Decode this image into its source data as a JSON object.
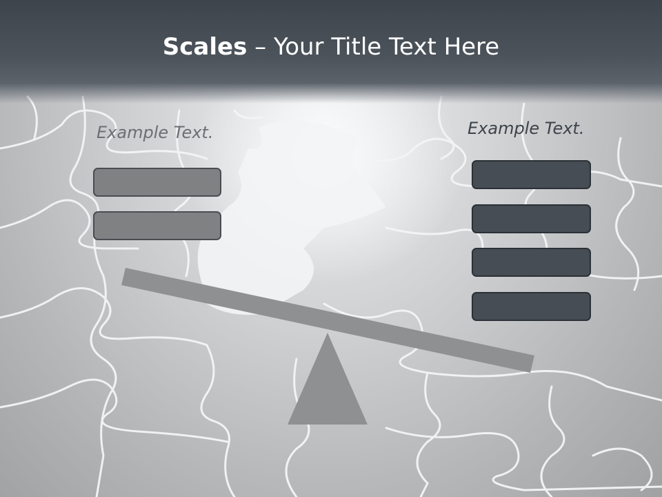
{
  "slide": {
    "title_bold": "Scales",
    "title_rest": " – Your Title Text Here",
    "left_label": "Example Text.",
    "right_label": "Example Text.",
    "left_boxes": [
      "",
      ""
    ],
    "right_boxes": [
      "",
      "",
      "",
      ""
    ]
  },
  "colors": {
    "header": "#464c53",
    "beam": "#8f9092",
    "fulcrum": "#8f9092",
    "left_box": "#808183",
    "right_box": "#474d54"
  }
}
